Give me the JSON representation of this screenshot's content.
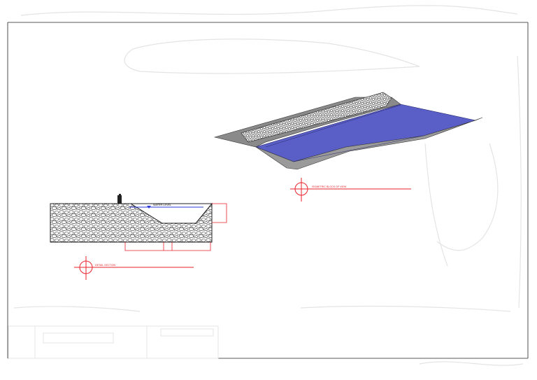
{
  "drawing": {
    "heading": "",
    "water_level_label": "WATER LEVEL",
    "section_title": "DETAIL SECTION",
    "iso_title": "ISOMETRIC BLOCK OF VIEW",
    "dim_right": "",
    "dim_bottom_left": "",
    "dim_bottom_mid": "",
    "dim_bottom_right": ""
  },
  "title_block": {
    "project_name": "",
    "sheet_label": ""
  },
  "colors": {
    "water": "#5a5fc8",
    "water_dark": "#3f44a6",
    "embankment": "#8a8a8a",
    "callout_red": "#e8222a",
    "dim_blue": "#2b3bd6",
    "line": "#222222"
  }
}
